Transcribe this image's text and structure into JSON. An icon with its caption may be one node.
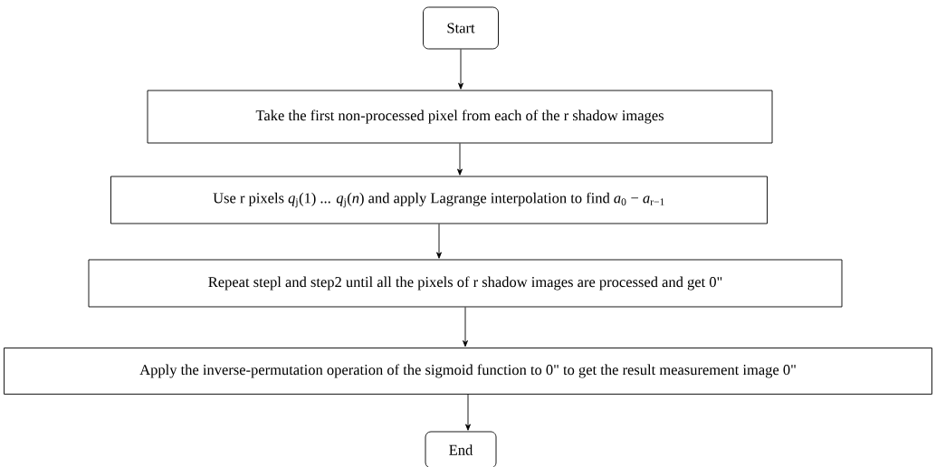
{
  "diagram": {
    "nodes": [
      {
        "text": [
          "Start"
        ]
      },
      {
        "text": [
          "Take the first non-processed pixel from each of the r shadow images"
        ]
      },
      {
        "text": [
          "Use r pixels *q*$_{j}$(1) ... *q*$_{j}$(*n*) and apply Lagrange interpolation to find *a*$_{0}$ − *a*$_{r−1}$"
        ]
      },
      {
        "text": [
          "Repeat stepl and step2 until all the pixels of r shadow images are processed and get 0\""
        ]
      },
      {
        "text": [
          "Apply the inverse-permutation operation of the sigmoid function to 0\" to get the result measurement image 0\""
        ]
      },
      {
        "text": [
          "End"
        ]
      }
    ],
    "edges": [
      {
        "from": 0,
        "to": 1,
        "arrow": "to"
      },
      {
        "from": 1,
        "to": 2,
        "arrow": "to"
      },
      {
        "from": 2,
        "to": 3,
        "arrow": "to"
      },
      {
        "from": 3,
        "to": 4,
        "arrow": "to"
      },
      {
        "from": 4,
        "to": 5,
        "arrow": "to"
      }
    ]
  }
}
